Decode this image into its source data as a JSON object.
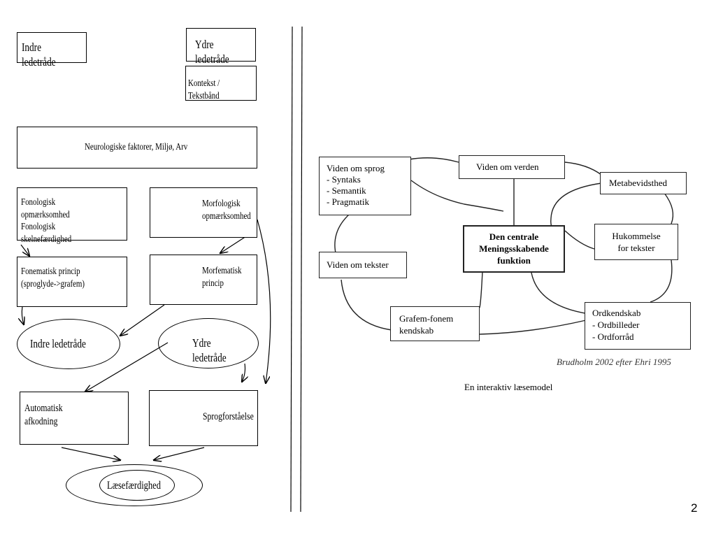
{
  "left": {
    "indre_top": "Indre ledetråde",
    "ydre_top": "Ydre ledetråde",
    "kontekst": "Kontekst / Tekstbånd",
    "neuro": "Neurologiske faktorer, Miljø, Arv",
    "fonologisk": "Fonologisk opmærksomhed\nFonologisk skelnefærdighed",
    "morfologisk": "Morfologisk\nopmærksomhed",
    "fonematisk": "Fonematisk princip\n(sproglyde->grafem)",
    "morfematisk": "Morfematisk\nprincip",
    "indre_ellipse": "Indre ledetråde",
    "ydre_ellipse": "Ydre ledetråde",
    "automatisk": "Automatisk\nafkodning",
    "sprogforstaaelse": "Sprogforståelse",
    "laesefaerdighed": "Læsefærdighed"
  },
  "right": {
    "viden_sprog": "Viden om sprog\n-     Syntaks\n-     Semantik\n-     Pragmatik",
    "viden_verden": "Viden om verden",
    "metabevidsthed": "Metabevidsthed",
    "central": "Den centrale\nMeningsskabende\nfunktion",
    "hukommelse": "Hukommelse\nfor tekster",
    "viden_tekster": "Viden om tekster",
    "grafem": "Grafem-fonem\nkendskab",
    "ordkendskab": "Ordkendskab\n-     Ordbilleder\n-     Ordforråd",
    "citation": "Brudholm 2002 efter Ehri 1995",
    "caption": "En interaktiv læsemodel"
  },
  "page_number": "2"
}
